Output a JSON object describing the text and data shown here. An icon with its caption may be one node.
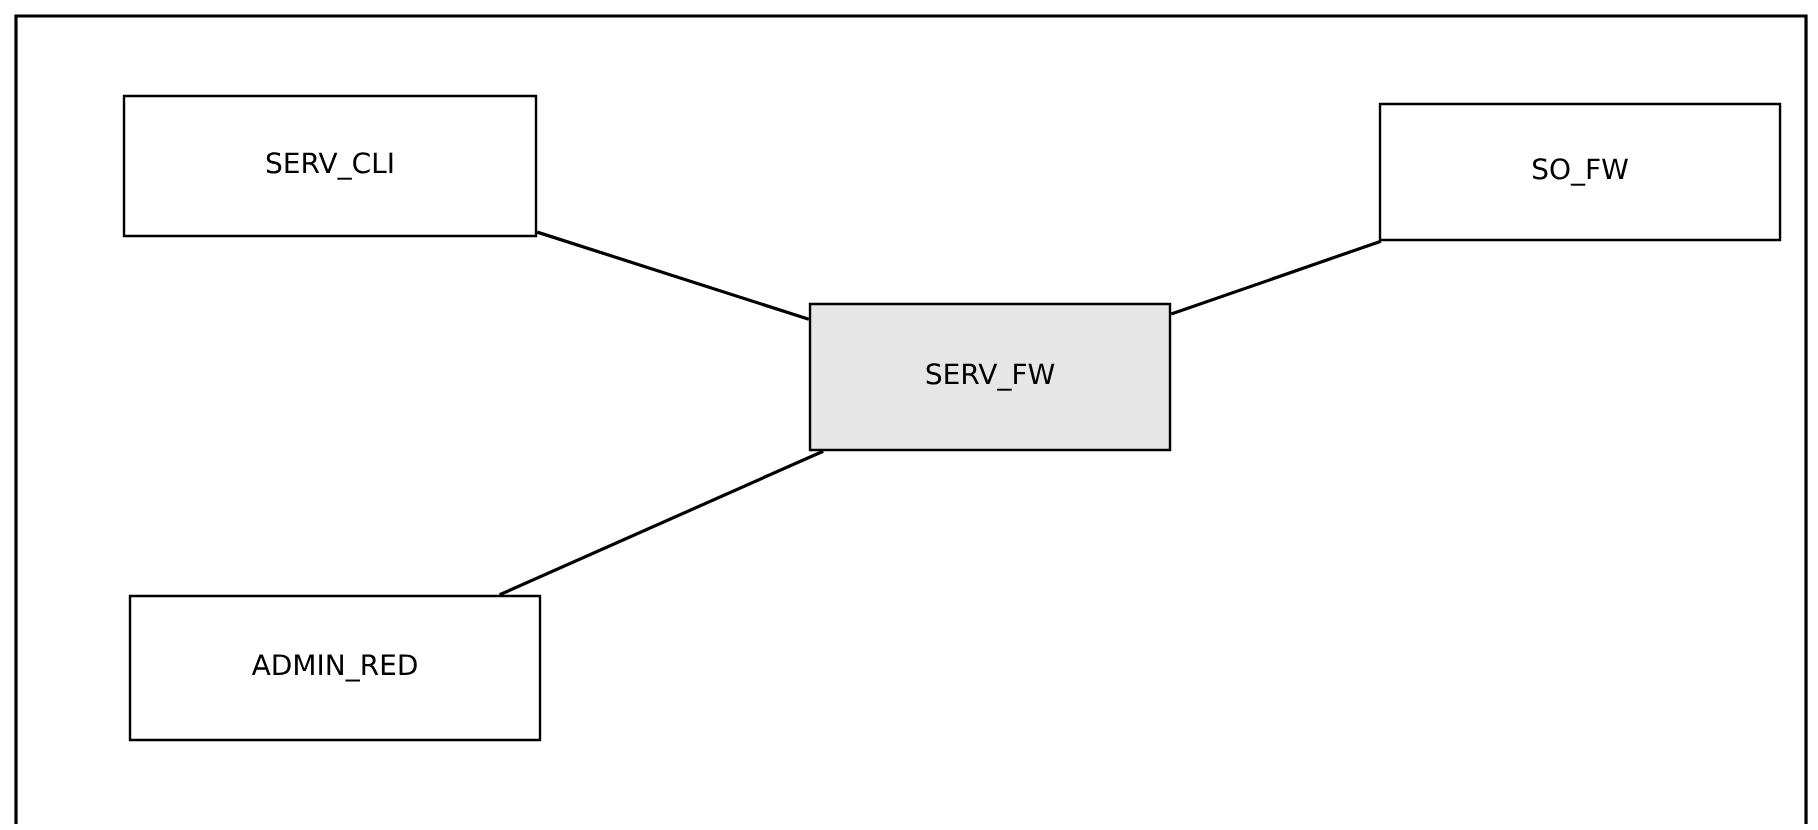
{
  "diagram": {
    "nodes": [
      {
        "text": [
          "SERV_CLI"
        ]
      },
      {
        "text": [
          "SO_FW"
        ]
      },
      {
        "text": [
          "SERV_FW"
        ]
      },
      {
        "text": [
          "ADMIN_RED"
        ]
      }
    ],
    "edges": [
      {
        "from": 0,
        "to": 2,
        "arrow": "none"
      },
      {
        "from": 2,
        "to": 1,
        "arrow": "none"
      },
      {
        "from": 2,
        "to": 3,
        "arrow": "none"
      }
    ]
  }
}
